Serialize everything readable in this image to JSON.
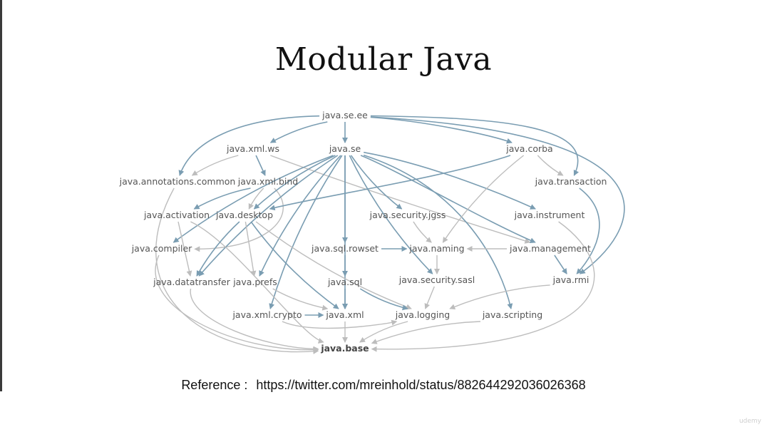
{
  "title": "Modular Java",
  "reference": {
    "label": "Reference :",
    "url": "https://twitter.com/mreinhold/status/882644292036026368"
  },
  "watermark": "udemy",
  "colors": {
    "edge_blue": "#7a9db2",
    "edge_gray": "#bdbdbd",
    "node_text": "#555555",
    "title": "#111111"
  },
  "modules": [
    {
      "id": "se_ee",
      "label": "java.se.ee"
    },
    {
      "id": "xml_ws",
      "label": "java.xml.ws"
    },
    {
      "id": "se",
      "label": "java.se"
    },
    {
      "id": "corba",
      "label": "java.corba"
    },
    {
      "id": "annotations",
      "label": "java.annotations.common"
    },
    {
      "id": "xml_bind",
      "label": "java.xml.bind"
    },
    {
      "id": "transaction",
      "label": "java.transaction"
    },
    {
      "id": "activation",
      "label": "java.activation"
    },
    {
      "id": "desktop",
      "label": "java.desktop"
    },
    {
      "id": "jgss",
      "label": "java.security.jgss"
    },
    {
      "id": "instrument",
      "label": "java.instrument"
    },
    {
      "id": "compiler",
      "label": "java.compiler"
    },
    {
      "id": "rowset",
      "label": "java.sql.rowset"
    },
    {
      "id": "naming",
      "label": "java.naming"
    },
    {
      "id": "management",
      "label": "java.management"
    },
    {
      "id": "datatransfer",
      "label": "java.datatransfer"
    },
    {
      "id": "prefs",
      "label": "java.prefs"
    },
    {
      "id": "sql",
      "label": "java.sql"
    },
    {
      "id": "sasl",
      "label": "java.security.sasl"
    },
    {
      "id": "rmi",
      "label": "java.rmi"
    },
    {
      "id": "crypto",
      "label": "java.xml.crypto"
    },
    {
      "id": "xml",
      "label": "java.xml"
    },
    {
      "id": "logging",
      "label": "java.logging"
    },
    {
      "id": "scripting",
      "label": "java.scripting"
    },
    {
      "id": "base",
      "label": "java.base"
    }
  ],
  "dependencies": [
    {
      "from": "se_ee",
      "to": "xml_ws",
      "style": "blue"
    },
    {
      "from": "se_ee",
      "to": "se",
      "style": "blue"
    },
    {
      "from": "se_ee",
      "to": "corba",
      "style": "blue"
    },
    {
      "from": "se_ee",
      "to": "annotations",
      "style": "blue"
    },
    {
      "from": "se_ee",
      "to": "transaction",
      "style": "blue"
    },
    {
      "from": "se_ee",
      "to": "rmi",
      "style": "blue"
    },
    {
      "from": "xml_ws",
      "to": "annotations",
      "style": "gray"
    },
    {
      "from": "xml_ws",
      "to": "xml_bind",
      "style": "blue"
    },
    {
      "from": "xml_ws",
      "to": "management",
      "style": "gray"
    },
    {
      "from": "xml_bind",
      "to": "activation",
      "style": "blue"
    },
    {
      "from": "xml_bind",
      "to": "desktop",
      "style": "gray"
    },
    {
      "from": "xml_bind",
      "to": "compiler",
      "style": "gray"
    },
    {
      "from": "se",
      "to": "desktop",
      "style": "blue"
    },
    {
      "from": "se",
      "to": "datatransfer",
      "style": "blue"
    },
    {
      "from": "se",
      "to": "prefs",
      "style": "blue"
    },
    {
      "from": "se",
      "to": "compiler",
      "style": "blue"
    },
    {
      "from": "se",
      "to": "crypto",
      "style": "blue"
    },
    {
      "from": "se",
      "to": "xml",
      "style": "blue"
    },
    {
      "from": "se",
      "to": "rowset",
      "style": "blue"
    },
    {
      "from": "se",
      "to": "jgss",
      "style": "blue"
    },
    {
      "from": "se",
      "to": "sasl",
      "style": "blue"
    },
    {
      "from": "se",
      "to": "instrument",
      "style": "blue"
    },
    {
      "from": "se",
      "to": "management",
      "style": "blue"
    },
    {
      "from": "se",
      "to": "scripting",
      "style": "blue"
    },
    {
      "from": "corba",
      "to": "desktop",
      "style": "blue"
    },
    {
      "from": "corba",
      "to": "transaction",
      "style": "gray"
    },
    {
      "from": "corba",
      "to": "naming",
      "style": "gray"
    },
    {
      "from": "transaction",
      "to": "rmi",
      "style": "blue"
    },
    {
      "from": "activation",
      "to": "datatransfer",
      "style": "gray"
    },
    {
      "from": "activation",
      "to": "base",
      "style": "gray"
    },
    {
      "from": "desktop",
      "to": "datatransfer",
      "style": "blue"
    },
    {
      "from": "desktop",
      "to": "prefs",
      "style": "gray"
    },
    {
      "from": "desktop",
      "to": "xml",
      "style": "blue"
    },
    {
      "from": "desktop",
      "to": "logging",
      "style": "gray"
    },
    {
      "from": "jgss",
      "to": "naming",
      "style": "gray"
    },
    {
      "from": "instrument",
      "to": "base",
      "style": "gray"
    },
    {
      "from": "rowset",
      "to": "naming",
      "style": "blue"
    },
    {
      "from": "rowset",
      "to": "sql",
      "style": "blue"
    },
    {
      "from": "management",
      "to": "naming",
      "style": "gray"
    },
    {
      "from": "management",
      "to": "rmi",
      "style": "blue"
    },
    {
      "from": "naming",
      "to": "sasl",
      "style": "gray"
    },
    {
      "from": "sql",
      "to": "xml",
      "style": "blue"
    },
    {
      "from": "sql",
      "to": "logging",
      "style": "blue"
    },
    {
      "from": "sasl",
      "to": "logging",
      "style": "gray"
    },
    {
      "from": "rmi",
      "to": "logging",
      "style": "gray"
    },
    {
      "from": "crypto",
      "to": "xml",
      "style": "blue"
    },
    {
      "from": "crypto",
      "to": "logging",
      "style": "gray"
    },
    {
      "from": "prefs",
      "to": "xml",
      "style": "gray"
    },
    {
      "from": "xml",
      "to": "base",
      "style": "gray"
    },
    {
      "from": "logging",
      "to": "base",
      "style": "gray"
    },
    {
      "from": "scripting",
      "to": "base",
      "style": "gray"
    },
    {
      "from": "annotations",
      "to": "base",
      "style": "gray"
    },
    {
      "from": "compiler",
      "to": "base",
      "style": "gray"
    },
    {
      "from": "datatransfer",
      "to": "base",
      "style": "gray"
    }
  ]
}
